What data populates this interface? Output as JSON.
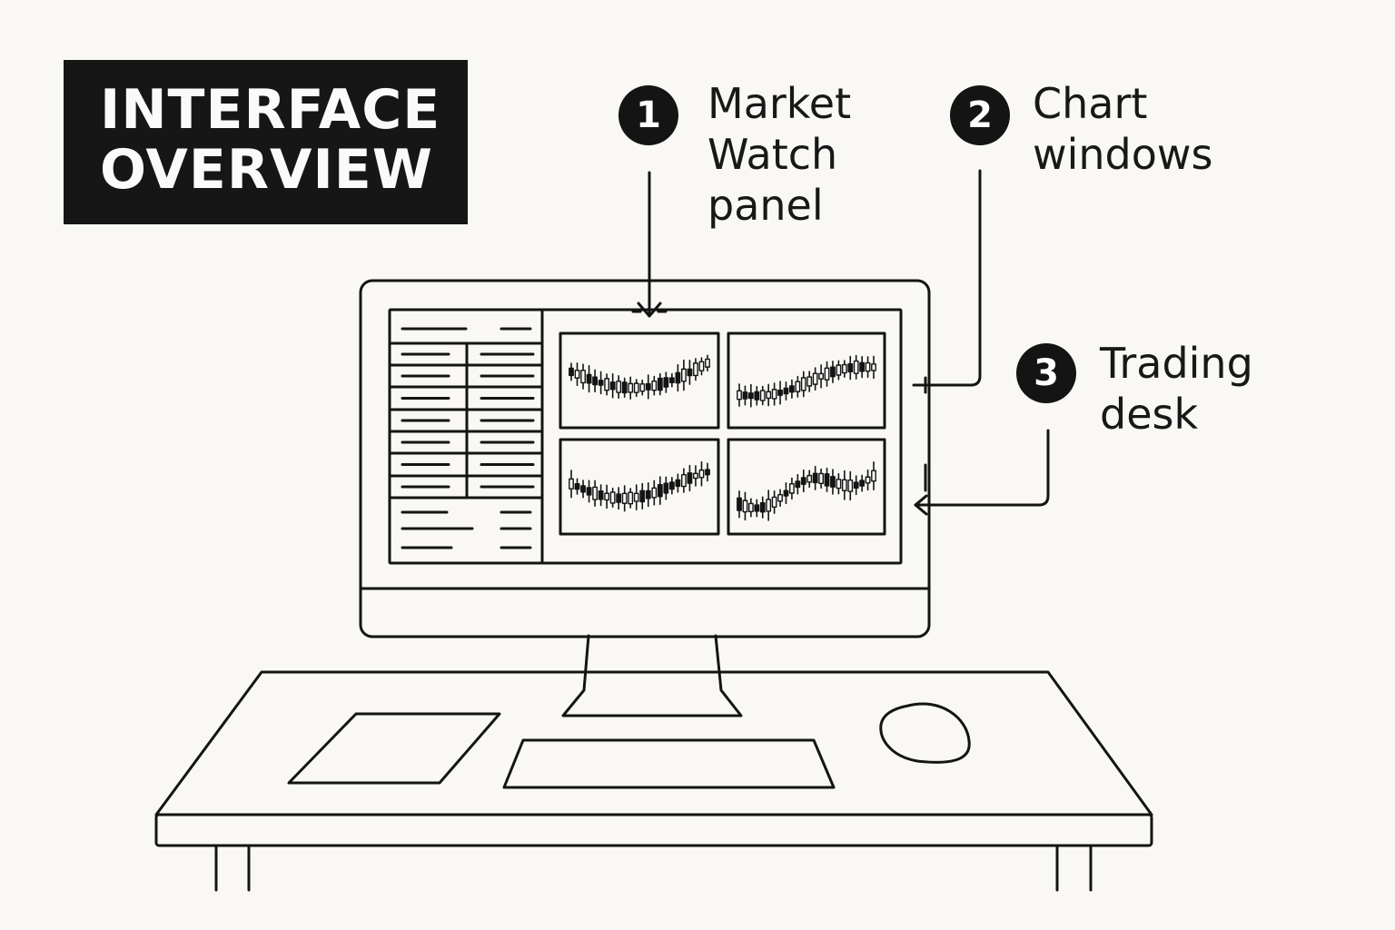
{
  "title": {
    "line1": "INTERFACE",
    "line2": "OVERVIEW"
  },
  "callouts": [
    {
      "number": "1",
      "lines": [
        "Market",
        "Watch",
        "panel"
      ]
    },
    {
      "number": "2",
      "lines": [
        "Chart",
        "windows"
      ]
    },
    {
      "number": "3",
      "lines": [
        "Trading",
        "desk"
      ]
    }
  ],
  "colors": {
    "background": "#faf8f4",
    "ink": "#141414"
  }
}
